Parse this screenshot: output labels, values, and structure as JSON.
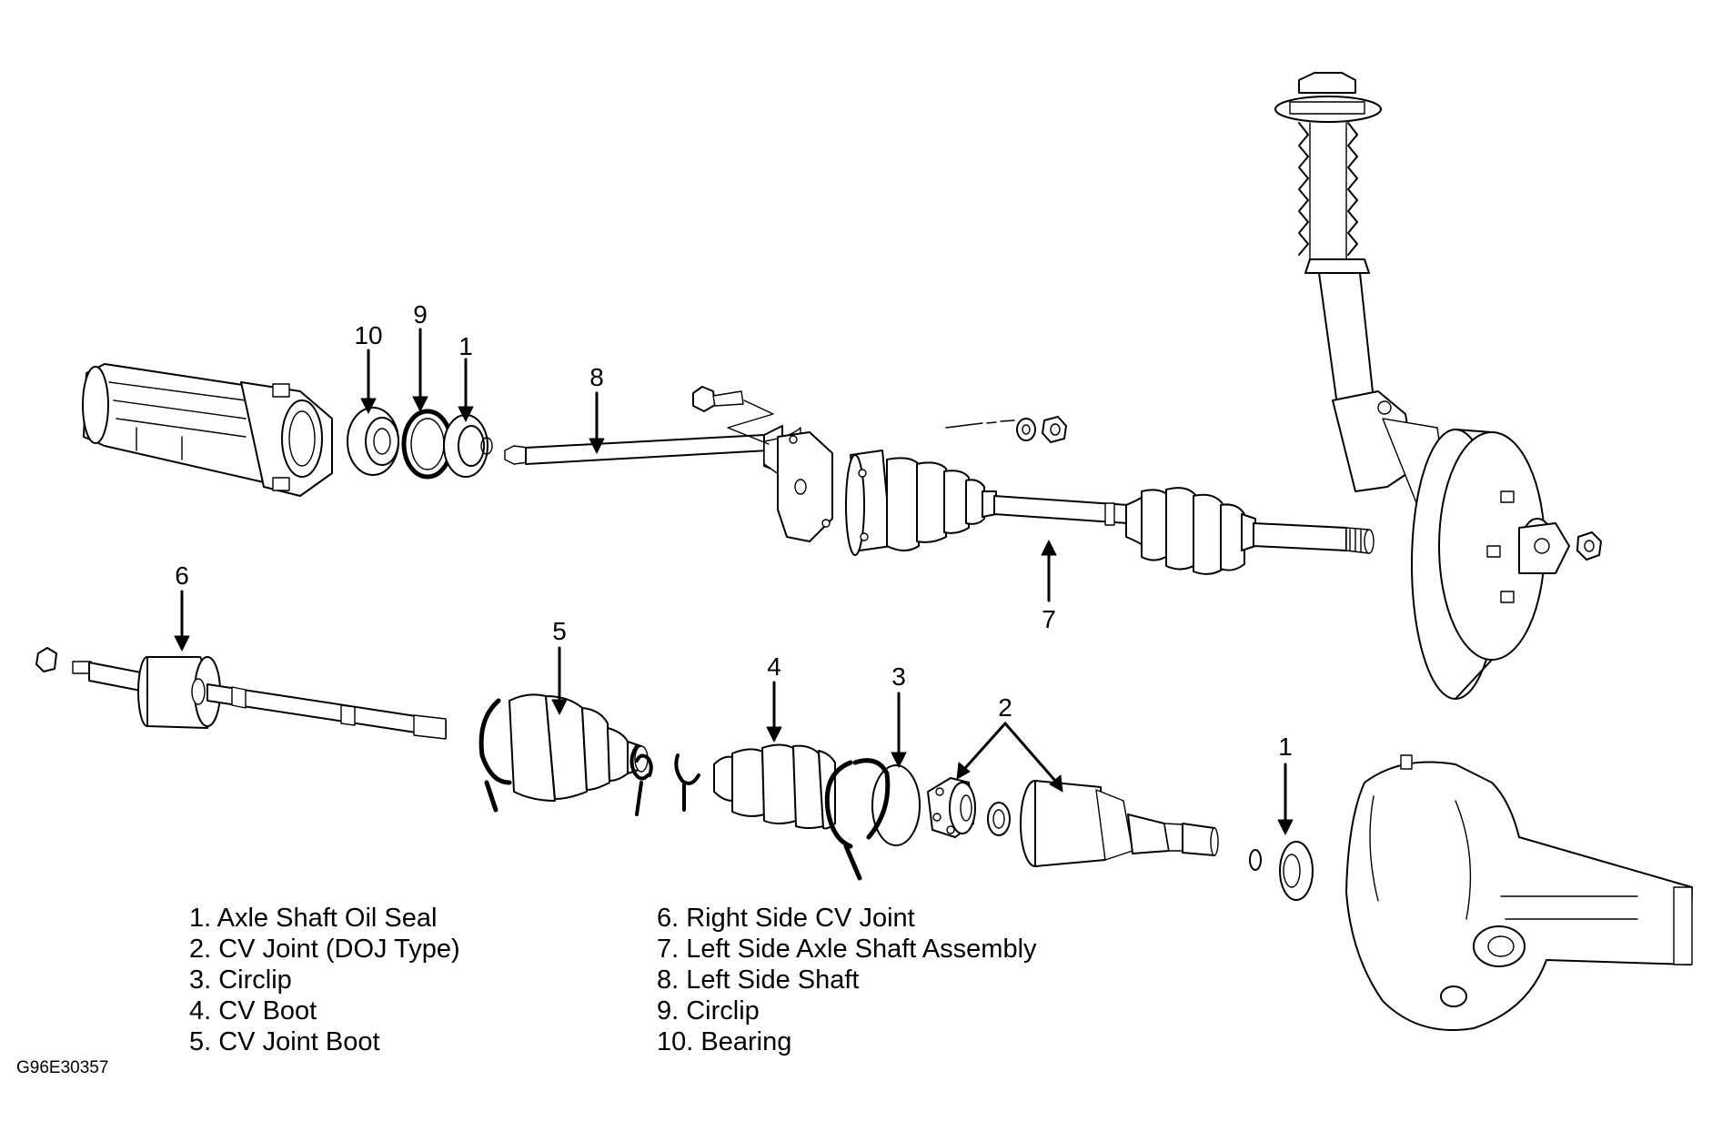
{
  "callouts": {
    "c10_top": "10",
    "c9_top": "9",
    "c1_top": "1",
    "c8": "8",
    "c7": "7",
    "c6": "6",
    "c5": "5",
    "c4": "4",
    "c3": "3",
    "c2": "2",
    "c1_bottom": "1"
  },
  "legend_left": [
    "1. Axle Shaft Oil Seal",
    "2. CV Joint (DOJ Type)",
    "3. Circlip",
    "4. CV Boot",
    "5. CV Joint Boot"
  ],
  "legend_right": [
    "6. Right Side CV Joint",
    "7. Left Side Axle Shaft Assembly",
    "8. Left Side Shaft",
    "9. Circlip",
    "10. Bearing"
  ],
  "figure_code": "G96E30357"
}
